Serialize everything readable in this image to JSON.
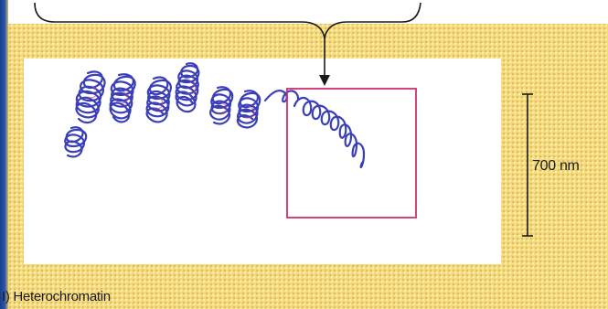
{
  "figure": {
    "panel_caption": "I) Heterochromatin",
    "scale_bar_label": "700 nm"
  },
  "colors": {
    "background": "#f4db7e",
    "fiber": "#3a3fb8",
    "fiber_highlight": "#c24a8a",
    "highlight_box": "#cc2f6e",
    "ink": "#1a1a1a",
    "left_border": "#2b56a8"
  },
  "icons": {
    "bracket": "curly-brace-down",
    "arrow": "arrow-down"
  }
}
